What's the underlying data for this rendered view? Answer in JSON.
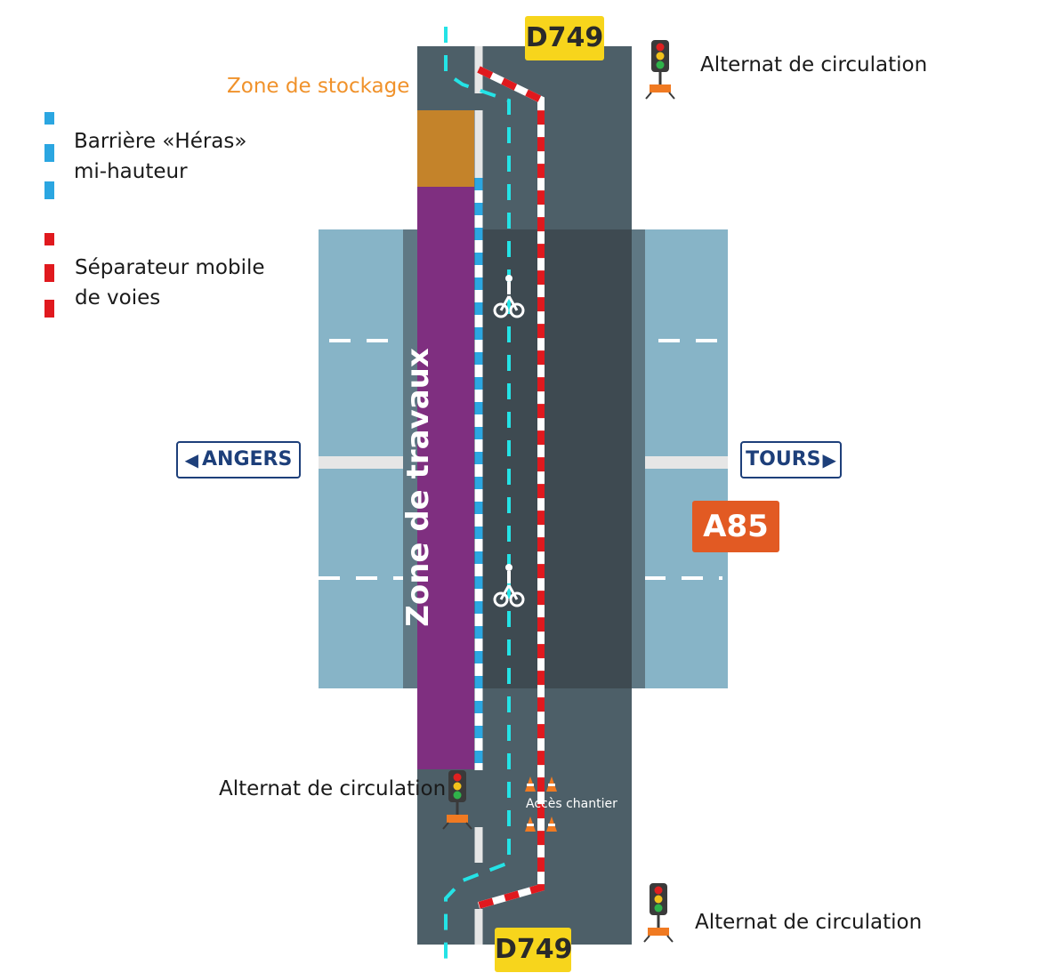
{
  "legend": {
    "barrier_line1": "Barrière «Héras»",
    "barrier_line2": "mi-hauteur",
    "separator_line1": "Séparateur mobile",
    "separator_line2": "de voies"
  },
  "zones": {
    "storage": "Zone de stockage",
    "works": "Zone de travaux",
    "site_access": "Accès chantier"
  },
  "signals": {
    "top_right": "Alternat de circulation",
    "bottom_left": "Alternat de circulation",
    "bottom_right": "Alternat de circulation"
  },
  "roads": {
    "top_route": "D749",
    "bottom_route": "D749",
    "motorway": "A85"
  },
  "directions": {
    "west": "ANGERS",
    "east": "TOURS"
  },
  "colors": {
    "road": "#4d5f68",
    "bridge_deck": "#3e4a51",
    "motorway": "#87b4c7",
    "works_zone": "#7f2f80",
    "storage_zone": "#c4832a",
    "barrier": "#2ba6e1",
    "separator": "#e0191e",
    "route_sign": "#f7d51c",
    "motorway_sign": "#e25a23",
    "direction_sign_text": "#1d3f7a"
  }
}
